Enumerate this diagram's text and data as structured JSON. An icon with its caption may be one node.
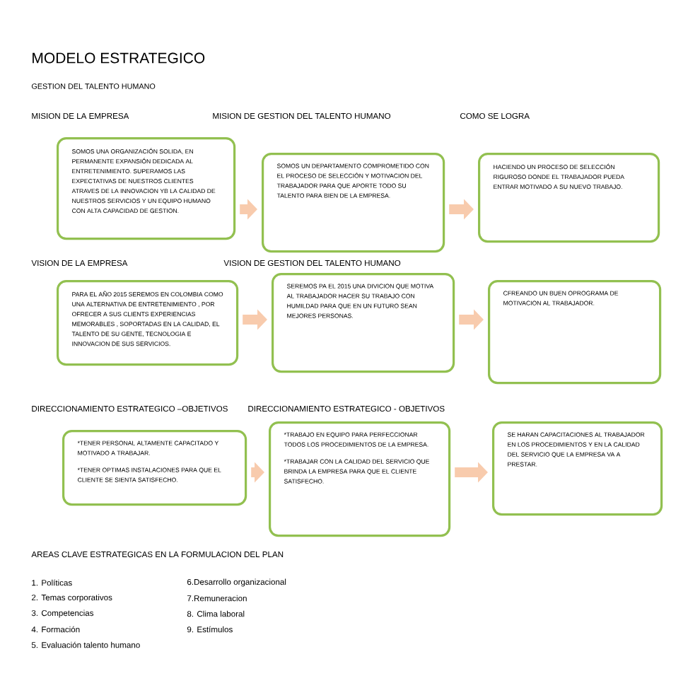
{
  "diagram": {
    "title": "MODELO ESTRATEGICO",
    "nodes": [
      {
        "text": [
          "SOMOS UNA ORGANIZACIÓN SOLIDA, EN PERMANENTE EXPANSIÓN DEDICADA AL ENTRETENIMIENTO. SUPERAMOS LAS EXPECTATIVAS DE NUESTROS CLIENTES ATRAVES DE LA INNOVACION YB LA CALIDAD DE NUESTROS SERVICIOS Y UN EQUIPO HUMANO CON ALTA CAPACIDAD DE GESTION."
        ]
      },
      {
        "text": [
          "SOMOS UN DEPARTAMENTO COMPROMETIDO CON EL PROCESO DE SELECCIÓN Y MOTIVACION DEL TRABAJADOR PARA QUE APORTE TODO SU TALENTO PARA BIEN DE LA EMPRESA."
        ]
      },
      {
        "text": [
          "HACIENDO UN PROCESO DE SELECCIÓN RIGUROSO DONDE EL TRABAJADOR PUEDA ENTRAR MOTIVADO A SU NUEVO TRABAJO."
        ]
      },
      {
        "text": [
          "PARA EL AÑO 2015 SEREMOS EN COLOMBIA COMO UNA ALTERNATIVA DE ENTRETENIMIENTO , POR OFRECER A SUS CLIENTS EXPERIENCIAS MEMORABLES , SOPORTADAS EN LA CALIDAD, EL TALENTO DE SU GENTE, TECNOLOGIA E INNOVACION DE SUS SERVICIOS."
        ]
      },
      {
        "text": [
          "SEREMOS PA EL 2015 UNA DIVICION QUE MOTIVA AL TRABAJADOR HACER SU TRABAJO CON HUMILDAD PARA QUE EN UN FUTURO SEAN MEJORES PERSONAS."
        ]
      },
      {
        "text": [
          "CFREANDO UN BUEN OPROGRAMA DE MOTIVACION AL TRABAJADOR."
        ]
      },
      {
        "text": [
          "*TENER PERSONAL ALTAMENTE CAPACITADO Y MOTIVADO A TRABAJAR.",
          "*TENER OPTIMAS INSTALACIONES PARA QUE EL CLIENTE SE SIENTA SATISFECHO."
        ]
      },
      {
        "text": [
          "*TRABAJO EN EQUIPO PARA PERFECCIONAR TODOS LOS PROCEDIMIENTOS DE LA EMPRESA.",
          "*TRABAJAR CON LA CALIDAD DEL SERVICIO QUE BRINDA LA EMPRESA PARA QUE EL CLIENTE SATISFECHO."
        ]
      },
      {
        "text": [
          "SE HARAN CAPACITACIONES AL TRABAJADOR EN LOS PROCEDIMIENTOS Y EN LA CALIDAD DEL SERVICIO QUE LA EMPRESA VA A PRESTAR."
        ]
      }
    ],
    "edges": [
      {
        "from": 0,
        "to": 1,
        "arrow": "to"
      },
      {
        "from": 1,
        "to": 2,
        "arrow": "to"
      },
      {
        "from": 3,
        "to": 4,
        "arrow": "to"
      },
      {
        "from": 4,
        "to": 5,
        "arrow": "to"
      },
      {
        "from": 6,
        "to": 7,
        "arrow": "to"
      },
      {
        "from": 7,
        "to": 8,
        "arrow": "to"
      }
    ],
    "labels": [
      "GESTION DEL TALENTO HUMANO",
      "MISION DE LA EMPRESA",
      "MISION DE GESTION DEL TALENTO HUMANO",
      "COMO SE LOGRA",
      "VISION DE LA EMPRESA",
      "VISION DE GESTION DEL TALENTO HUMANO",
      "DIRECCIONAMIENTO ESTRATEGICO –OBJETIVOS",
      "DIRECCIONAMIENTO ESTRATEGICO - OBJETIVOS",
      "AREAS CLAVE ESTRATEGICAS EN LA FORMULACION DEL PLAN",
      "1. Políticas",
      "6.Desarrollo organizacional",
      "2. Temas corporativos",
      "7.Remuneracion",
      "3. Competencias",
      "8. Clima laboral",
      "4. Formación",
      "9. Estímulos",
      "5. Evaluación talento humano"
    ]
  }
}
